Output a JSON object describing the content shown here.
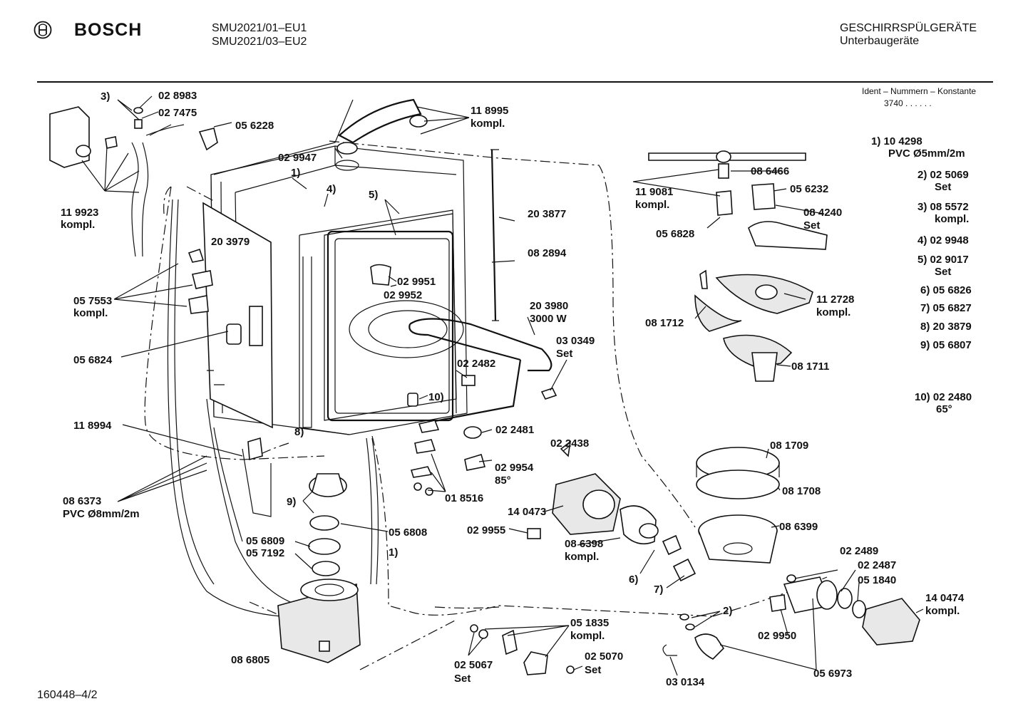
{
  "header": {
    "brand": "BOSCH",
    "models": [
      "SMU2021/01–EU1",
      "SMU2021/03–EU2"
    ],
    "title": "GESCHIRRSPÜLGERÄTE",
    "subtitle": "Unterbaugeräte",
    "ident_label": "Ident – Nummern – Konstante",
    "ident_value": "3740  .  .  .  .  .  ."
  },
  "footer": {
    "drawing_number": "160448–4/2"
  },
  "legend": [
    {
      "key": "1)",
      "lines": [
        "10 4298",
        "PVC Ø5mm/2m"
      ]
    },
    {
      "key": "2)",
      "lines": [
        "02 5069",
        "Set"
      ]
    },
    {
      "key": "3)",
      "lines": [
        "08 5572",
        "kompl."
      ]
    },
    {
      "key": "4)",
      "lines": [
        "02 9948"
      ]
    },
    {
      "key": "5)",
      "lines": [
        "02 9017",
        "Set"
      ]
    },
    {
      "key": "6)",
      "lines": [
        "05 6826"
      ]
    },
    {
      "key": "7)",
      "lines": [
        "05 6827"
      ]
    },
    {
      "key": "8)",
      "lines": [
        "20 3879"
      ]
    },
    {
      "key": "9)",
      "lines": [
        "05 6807"
      ]
    },
    {
      "key": "10)",
      "lines": [
        "02 2480",
        "65°"
      ]
    }
  ],
  "labels": {
    "l3": "3)",
    "l028983": "02 8983",
    "l027475": "02 7475",
    "l056228": "05 6228",
    "l119923": "11 9923",
    "l119923k": "kompl.",
    "l029947": "02 9947",
    "l118995": "11 8995",
    "l118995k": "kompl.",
    "l1a": "1)",
    "l4": "4)",
    "l5": "5)",
    "l203979": "20 3979",
    "l203877": "20 3877",
    "l082894": "08 2894",
    "l057553": "05 7553",
    "l057553k": "kompl.",
    "l029951": "02 9951",
    "l029952": "02 9952",
    "l203980": "20 3980",
    "l3000w": "3000 W",
    "l030349": "03 0349",
    "l030349s": "Set",
    "l056824": "05 6824",
    "l022482": "02 2482",
    "l10": "10)",
    "l118994": "11 8994",
    "l8": "8)",
    "l022481": "02 2481",
    "l086373": "08 6373",
    "l086373p": "PVC Ø8mm/2m",
    "l9": "9)",
    "l056809": "05 6809",
    "l057192": "05 7192",
    "l056808": "05 6808",
    "l1b": "1)",
    "l022438": "02 2438",
    "l029954": "02 9954",
    "l85": "85°",
    "l018516": "01 8516",
    "l140473": "14 0473",
    "l029955": "02 9955",
    "l086398": "08 6398",
    "l086398k": "kompl.",
    "l6": "6)",
    "l7": "7)",
    "l086466": "08 6466",
    "l119081": "11 9081",
    "l119081k": "kompl.",
    "l056232": "05 6232",
    "l084240": "08 4240",
    "l084240s": "Set",
    "l056828": "05 6828",
    "l112728": "11 2728",
    "l112728k": "kompl.",
    "l081712": "08 1712",
    "l081711": "08 1711",
    "l081709": "08 1709",
    "l081708": "08 1708",
    "l086399": "08 6399",
    "l022489": "02 2489",
    "l022487": "02 2487",
    "l051840": "05 1840",
    "l140474": "14 0474",
    "l140474k": "kompl.",
    "l2": "2)",
    "l029950": "02 9950",
    "l056973": "05 6973",
    "l030134": "03 0134",
    "l051835": "05 1835",
    "l051835k": "kompl.",
    "l025067": "02 5067",
    "l025067s": "Set",
    "l025070": "02 5070",
    "l025070s": "Set",
    "l086805": "08 6805"
  }
}
